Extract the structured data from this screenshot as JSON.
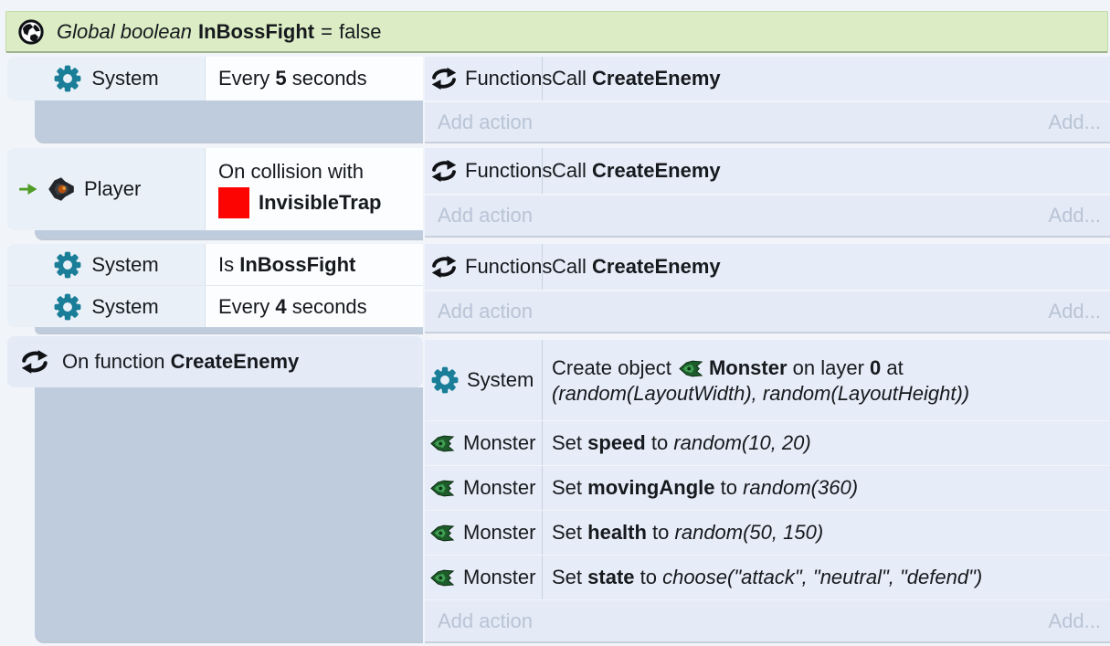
{
  "global_bar": {
    "type_label": "Global boolean",
    "name": "InBossFight",
    "eq": "=",
    "value": "false"
  },
  "blocks": [
    {
      "conditions": [
        {
          "object": "System",
          "pre": "Every ",
          "b": "5",
          "post": " seconds"
        }
      ],
      "actions": [
        {
          "object": "Functions",
          "pre": "Call ",
          "b": "CreateEnemy"
        }
      ],
      "add": {
        "left": "Add action",
        "right": "Add..."
      }
    },
    {
      "conditions": [
        {
          "object": "Player",
          "line1": "On collision with",
          "b": "InvisibleTrap"
        }
      ],
      "actions": [
        {
          "object": "Functions",
          "pre": "Call ",
          "b": "CreateEnemy"
        }
      ],
      "add": {
        "left": "Add action",
        "right": "Add..."
      }
    },
    {
      "conditions": [
        {
          "object": "System",
          "pre": "Is ",
          "b": "InBossFight",
          "post": ""
        },
        {
          "object": "System",
          "pre": "Every ",
          "b": "4",
          "post": " seconds"
        }
      ],
      "actions": [
        {
          "object": "Functions",
          "pre": "Call ",
          "b": "CreateEnemy"
        }
      ],
      "add": {
        "left": "Add action",
        "right": "Add..."
      }
    },
    {
      "header": {
        "pre": "On function ",
        "b": "CreateEnemy"
      },
      "actions": [
        {
          "object": "System",
          "pre": "Create object ",
          "b": "Monster",
          "mid": " on layer ",
          "b2": "0",
          "post": " at",
          "line2": "(random(LayoutWidth), random(LayoutHeight))"
        },
        {
          "object": "Monster",
          "pre": "Set ",
          "b": "speed",
          "mid": " to ",
          "expr": "random(10, 20)"
        },
        {
          "object": "Monster",
          "pre": "Set ",
          "b": "movingAngle",
          "mid": " to ",
          "expr": "random(360)"
        },
        {
          "object": "Monster",
          "pre": "Set ",
          "b": "health",
          "mid": " to ",
          "expr": "random(50, 150)"
        },
        {
          "object": "Monster",
          "pre": "Set ",
          "b": "state",
          "mid": " to ",
          "expr": "choose(\"attack\", \"neutral\", \"defend\")"
        }
      ],
      "add": {
        "left": "Add action",
        "right": "Add..."
      }
    }
  ],
  "colors": {
    "global_bar_bg": "#dcedc5",
    "block_margin_bg": "#bfccdd",
    "condition_object_bg": "#e9f0f8",
    "condition_param_bg": "#fcfdff",
    "action_row_bg": "#e7edf8",
    "add_row_bg": "#e4eaf6",
    "gear_teal": "#1a7e98",
    "red_swatch": "#fb0402",
    "arrow_green": "#4f9d25",
    "monster_green": "#3f9e52",
    "add_text_grey": "#b9c4d5"
  }
}
